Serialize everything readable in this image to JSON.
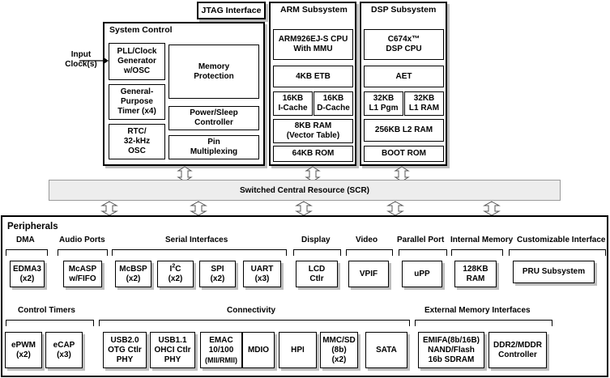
{
  "jtag": "JTAG Interface",
  "system_control": {
    "title": "System Control",
    "input_clock": "Input\nClock(s)",
    "pll": "PLL/Clock\nGenerator\nw/OSC",
    "timer": "General-\nPurpose\nTimer (x4)",
    "rtc": "RTC/\n32-kHz\nOSC",
    "memory_protection": "Memory\nProtection",
    "power_sleep": "Power/Sleep\nController",
    "pin_mux": "Pin\nMultiplexing"
  },
  "arm": {
    "title": "ARM Subsystem",
    "cpu": "ARM926EJ-S CPU\nWith MMU",
    "etb": "4KB ETB",
    "icache": "16KB\nI-Cache",
    "dcache": "16KB\nD-Cache",
    "ram": "8KB RAM\n(Vector Table)",
    "rom": "64KB ROM"
  },
  "dsp": {
    "title": "DSP Subsystem",
    "cpu": "C674x™\nDSP CPU",
    "aet": "AET",
    "l1pgm": "32KB\nL1 Pgm",
    "l1ram": "32KB\nL1 RAM",
    "l2ram": "256KB L2 RAM",
    "bootrom": "BOOT ROM"
  },
  "scr": "Switched Central Resource (SCR)",
  "peripherals": {
    "title": "Peripherals",
    "categories": {
      "dma": "DMA",
      "audio": "Audio Ports",
      "serial": "Serial Interfaces",
      "display": "Display",
      "video": "Video",
      "parallel": "Parallel Port",
      "internal_memory": "Internal Memory",
      "custom": "Customizable Interface",
      "timers": "Control Timers",
      "connectivity": "Connectivity",
      "emif": "External Memory Interfaces"
    },
    "blocks": {
      "edma3": "EDMA3\n(x2)",
      "mcasp": "McASP\nw/FIFO",
      "mcbsp": "McBSP\n(x2)",
      "i2c_main": "I",
      "i2c_sup": "2",
      "i2c_rest": "C",
      "i2c_count": "(x2)",
      "spi": "SPI\n(x2)",
      "uart": "UART\n(x3)",
      "lcd": "LCD\nCtlr",
      "vpif": "VPIF",
      "upp": "uPP",
      "ram128": "128KB\nRAM",
      "pru": "PRU Subsystem",
      "epwm": "ePWM\n(x2)",
      "ecap": "eCAP\n(x3)",
      "usb20": "USB2.0\nOTG Ctlr\nPHY",
      "usb11": "USB1.1\nOHCI Ctlr\nPHY",
      "emac_main": "EMAC\n10/100",
      "emac_sub": "(MII/RMII)",
      "mdio": "MDIO",
      "hpi": "HPI",
      "mmcsd": "MMC/SD\n(8b)\n(x2)",
      "sata": "SATA",
      "emifa": "EMIFA(8b/16B)\nNAND/Flash\n16b SDRAM",
      "ddr2": "DDR2/MDDR\nController"
    }
  }
}
